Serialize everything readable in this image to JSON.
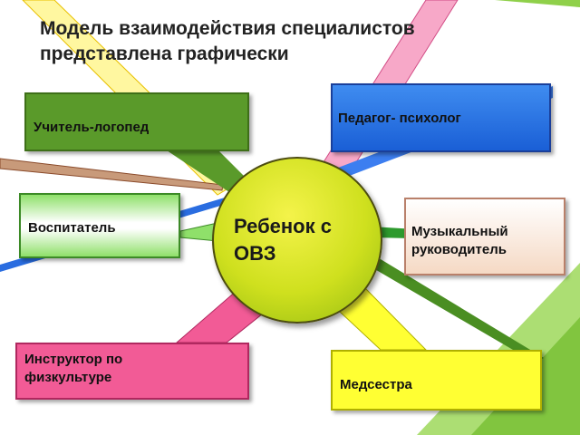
{
  "title": "Модель взаимодействия специалистов представлена графически",
  "center": {
    "label": "Ребенок с ОВЗ"
  },
  "nodes": {
    "logoped": "Учитель-логопед",
    "psych": "Педагог- психолог",
    "vosp": "Воспитатель",
    "music": "Музыкальный руководитель",
    "fizra": "Инструктор по физкультуре",
    "nurse": "Медсестра"
  },
  "colors": {
    "green": "#5a9a2a",
    "blue": "#1a5fd6",
    "light_green": "#8fe06a",
    "peach": "#f5d9c4",
    "pink": "#f25b96",
    "yellow": "#ffff33",
    "center": "#cfe01e"
  }
}
